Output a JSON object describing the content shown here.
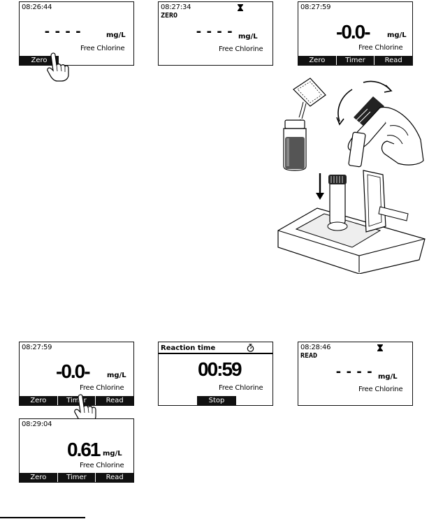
{
  "screens": [
    {
      "time": "08:26:44",
      "dashes": "----",
      "unit": "mg/L",
      "parameter": "Free Chlorine",
      "keys": [
        "Zero"
      ]
    },
    {
      "time": "08:27:34",
      "mode": "ZERO",
      "dashes": "----",
      "unit": "mg/L",
      "parameter": "Free Chlorine",
      "timer_icon": "hourglass-icon"
    },
    {
      "time": "08:27:59",
      "value": "-0.0-",
      "unit": "mg/L",
      "parameter": "Free Chlorine",
      "keys": [
        "Zero",
        "Timer",
        "Read"
      ]
    },
    {
      "time": "08:27:59",
      "value": "-0.0-",
      "unit": "mg/L",
      "parameter": "Free Chlorine",
      "keys": [
        "Zero",
        "Timer",
        "Read"
      ]
    },
    {
      "title": "Reaction time",
      "countdown": "00:59",
      "parameter": "Free Chlorine",
      "keys": [
        "Stop"
      ],
      "timer_icon": "stopwatch-icon"
    },
    {
      "time": "08:28:46",
      "mode": "READ",
      "dashes": "----",
      "unit": "mg/L",
      "parameter": "Free Chlorine",
      "timer_icon": "hourglass-icon"
    },
    {
      "time": "08:29:04",
      "value": "0.61",
      "unit": "mg/L",
      "parameter": "Free Chlorine",
      "keys": [
        "Zero",
        "Timer",
        "Read"
      ]
    }
  ],
  "illustration": {
    "icons": [
      "reagent-packet-icon",
      "sample-vial-icon",
      "shake-arrows-icon",
      "insert-arrow-icon",
      "meter-icon",
      "hand-icon"
    ]
  }
}
